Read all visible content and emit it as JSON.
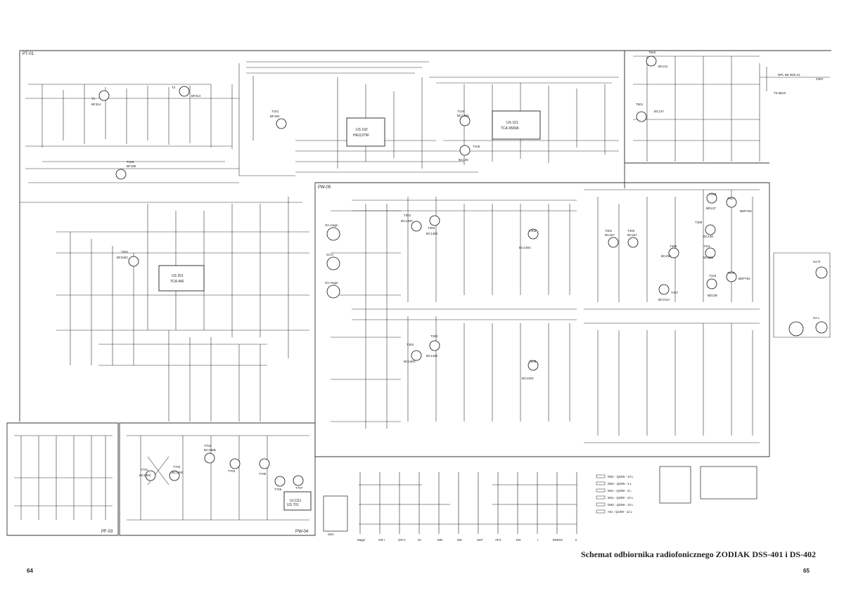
{
  "caption": "Schemat odbiornika radiofonicznego ZODIAK DSS-401 i DS-402",
  "page_left": "64",
  "page_right": "65",
  "blocks": [
    {
      "name": "pt-01-block",
      "label": "PT-01"
    },
    {
      "name": "pw-05-block",
      "label": "PW-05"
    },
    {
      "name": "pf-03-block",
      "label": "PF-03"
    },
    {
      "name": "pw-04-block",
      "label": "PW-04"
    }
  ],
  "ics": [
    {
      "name": "ic-us102",
      "ref": "US 102",
      "type": "HA1137W"
    },
    {
      "name": "ic-us101",
      "ref": "US 101",
      "type": "TCA 4500A"
    },
    {
      "name": "ic-us201",
      "ref": "US 201",
      "type": "TCA 440"
    },
    {
      "name": "ic-us701",
      "ref": "US 701",
      "type": "UL1111"
    }
  ],
  "transistors": [
    {
      "name": "t1",
      "ref": "T1",
      "type": "BF314"
    },
    {
      "name": "t2",
      "ref": "T2",
      "type": "BF314"
    },
    {
      "name": "t101",
      "ref": "T101",
      "type": "BF194"
    },
    {
      "name": "t103",
      "ref": "T103",
      "type": "BF185"
    },
    {
      "name": "t104",
      "ref": "T104",
      "type": "BC148C"
    },
    {
      "name": "t105",
      "ref": "T105",
      "type": "BC148"
    },
    {
      "name": "t201",
      "ref": "T201",
      "type": "BF245C"
    },
    {
      "name": "t301",
      "ref": "T301",
      "type": "BC148C"
    },
    {
      "name": "t303",
      "ref": "T303",
      "type": "BC148C"
    },
    {
      "name": "t305",
      "ref": "T305",
      "type": "BC149C"
    },
    {
      "name": "t302",
      "ref": "T302",
      "type": "BC148C"
    },
    {
      "name": "t304",
      "ref": "T304",
      "type": "BC149C"
    },
    {
      "name": "t306",
      "ref": "T306",
      "type": "BC149C"
    },
    {
      "name": "t401",
      "ref": "T401",
      "type": "BC157"
    },
    {
      "name": "t403",
      "ref": "T403",
      "type": "BC157"
    },
    {
      "name": "t405",
      "ref": "T405",
      "type": "BC238"
    },
    {
      "name": "t407",
      "ref": "T407",
      "type": "BC211A"
    },
    {
      "name": "t409",
      "ref": "T409",
      "type": "BC148"
    },
    {
      "name": "t411",
      "ref": "T411",
      "type": "BC158"
    },
    {
      "name": "t413",
      "ref": "T413",
      "type": "BD137"
    },
    {
      "name": "t415",
      "ref": "T415",
      "type": "BD138"
    },
    {
      "name": "t417",
      "ref": "T417",
      "type": "BDP763"
    },
    {
      "name": "t419",
      "ref": "T419",
      "type": "BDP764"
    },
    {
      "name": "t501",
      "ref": "T501",
      "type": "BC147"
    },
    {
      "name": "t502",
      "ref": "T502",
      "type": "BC211"
    },
    {
      "name": "t701",
      "ref": "T701",
      "type": "BC148C"
    },
    {
      "name": "t702",
      "ref": "T702",
      "type": "BC148C"
    },
    {
      "name": "t703",
      "ref": "T703",
      "type": "BC158B"
    },
    {
      "name": "t704",
      "ref": "T704",
      "type": ""
    },
    {
      "name": "t705",
      "ref": "T705",
      "type": ""
    },
    {
      "name": "t706",
      "ref": "T706",
      "type": ""
    },
    {
      "name": "t707",
      "ref": "T707",
      "type": ""
    }
  ],
  "sockets": [
    "Gn magn",
    "Gn tr",
    "Gn magn",
    "Gn R",
    "Gn L"
  ],
  "legend": [
    "DM1 - Q23W - 10 L",
    "DM2 - Q23W - 3 L",
    "MS1 - Q23W - 3 L",
    "MS1 - Q23W - 10 L",
    "DM2 - Q23W - 10 L",
    "A01 - Q23W - 12 L"
  ],
  "switch_labels": [
    "Magn",
    "GR I",
    "GR II",
    "Gr",
    "MN",
    "MS",
    "UKF",
    "AFC",
    "KN",
    "I",
    "MONO",
    "II"
  ],
  "misc": [
    "T6 6B19",
    "Sieć",
    "230V",
    "NPL 5B 06/0.31"
  ]
}
